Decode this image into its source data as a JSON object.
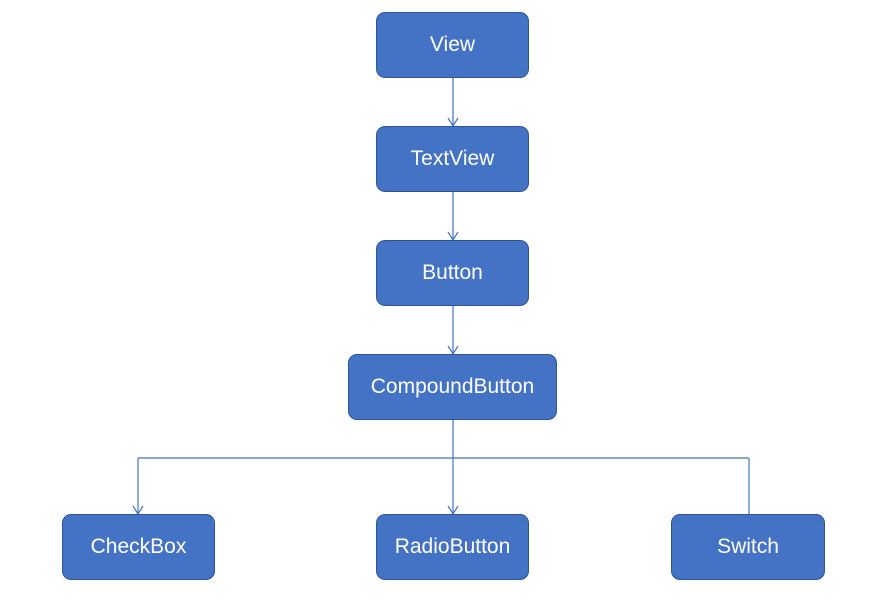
{
  "diagram": {
    "type": "class-hierarchy",
    "accent_color": "#4472c4",
    "border_color": "#2f5597",
    "text_color": "#ffffff",
    "line_color": "#4472c4",
    "nodes": {
      "view": "View",
      "textview": "TextView",
      "button": "Button",
      "compoundbutton": "CompoundButton",
      "checkbox": "CheckBox",
      "radiobutton": "RadioButton",
      "switch": "Switch"
    },
    "edges": [
      {
        "from": "view",
        "to": "textview"
      },
      {
        "from": "textview",
        "to": "button"
      },
      {
        "from": "button",
        "to": "compoundbutton"
      },
      {
        "from": "compoundbutton",
        "to": "checkbox"
      },
      {
        "from": "compoundbutton",
        "to": "radiobutton"
      },
      {
        "from": "compoundbutton",
        "to": "switch"
      }
    ]
  }
}
